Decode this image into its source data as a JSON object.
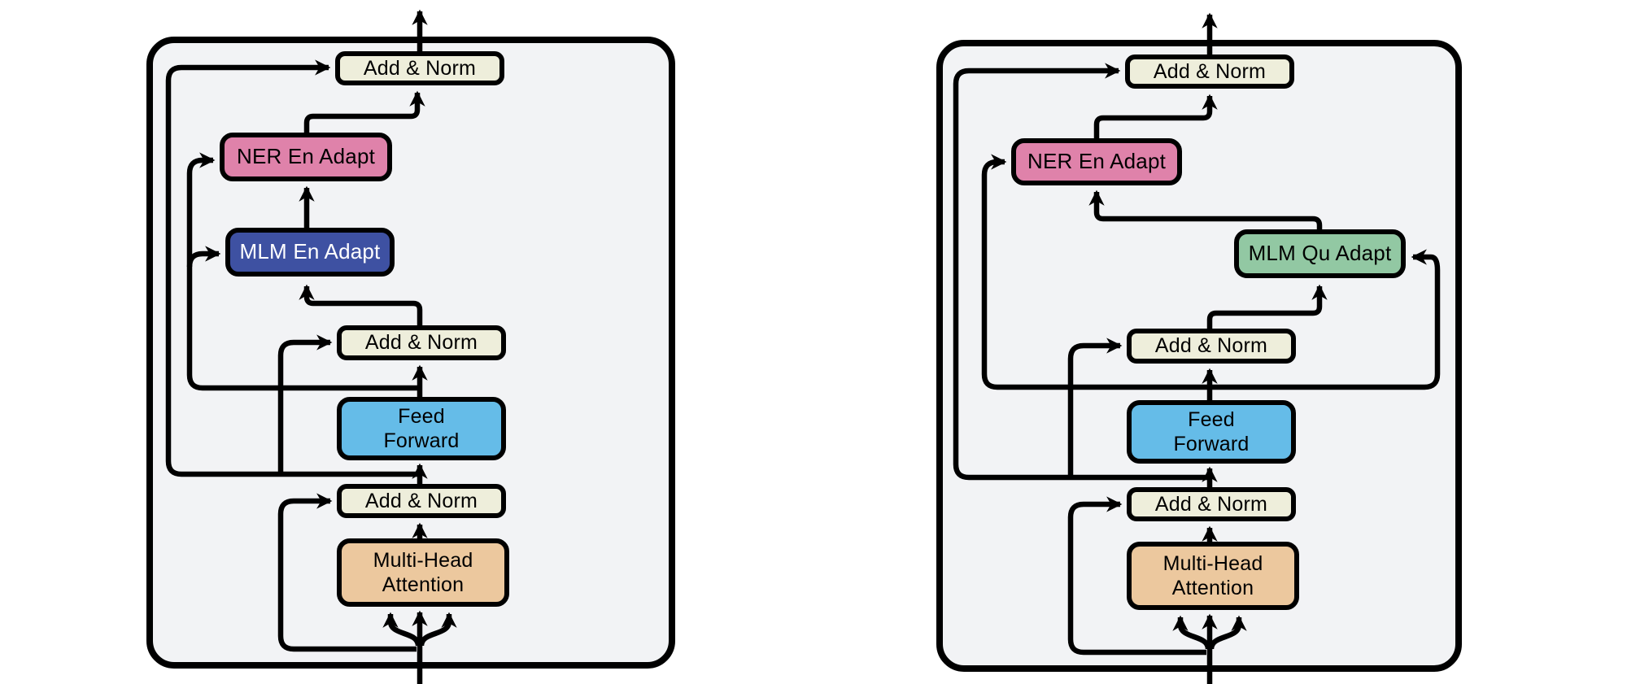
{
  "figure": {
    "background": "#ffffff",
    "panel_fill": "#f2f3f5",
    "line_color": "#000000"
  },
  "left_diagram": {
    "blocks": {
      "add_norm_top": {
        "label": "Add & Norm",
        "fill": "#eeeedb",
        "text_color": "#000000"
      },
      "ner_adapter": {
        "label": "NER En Adapt",
        "fill": "#df82aa",
        "text_color": "#000000"
      },
      "mlm_adapter": {
        "label": "MLM En Adapt",
        "fill": "#3e51a2",
        "text_color": "#ffffff"
      },
      "add_norm_mid": {
        "label": "Add & Norm",
        "fill": "#eeeedb",
        "text_color": "#000000"
      },
      "feed_forward": {
        "label_line1": "Feed",
        "label_line2": "Forward",
        "fill": "#65bce8",
        "text_color": "#000000"
      },
      "add_norm_low": {
        "label": "Add & Norm",
        "fill": "#eeeedb",
        "text_color": "#000000"
      },
      "multi_head_attention": {
        "label_line1": "Multi-Head",
        "label_line2": "Attention",
        "fill": "#ecc89e",
        "text_color": "#000000"
      }
    }
  },
  "right_diagram": {
    "blocks": {
      "add_norm_top": {
        "label": "Add & Norm",
        "fill": "#eeeedb",
        "text_color": "#000000"
      },
      "ner_adapter": {
        "label": "NER En Adapt",
        "fill": "#df82aa",
        "text_color": "#000000"
      },
      "mlm_adapter": {
        "label": "MLM Qu Adapt",
        "fill": "#92c8a3",
        "text_color": "#000000"
      },
      "add_norm_mid": {
        "label": "Add & Norm",
        "fill": "#eeeedb",
        "text_color": "#000000"
      },
      "feed_forward": {
        "label_line1": "Feed",
        "label_line2": "Forward",
        "fill": "#65bce8",
        "text_color": "#000000"
      },
      "add_norm_low": {
        "label": "Add & Norm",
        "fill": "#eeeedb",
        "text_color": "#000000"
      },
      "multi_head_attention": {
        "label_line1": "Multi-Head",
        "label_line2": "Attention",
        "fill": "#ecc89e",
        "text_color": "#000000"
      }
    }
  }
}
